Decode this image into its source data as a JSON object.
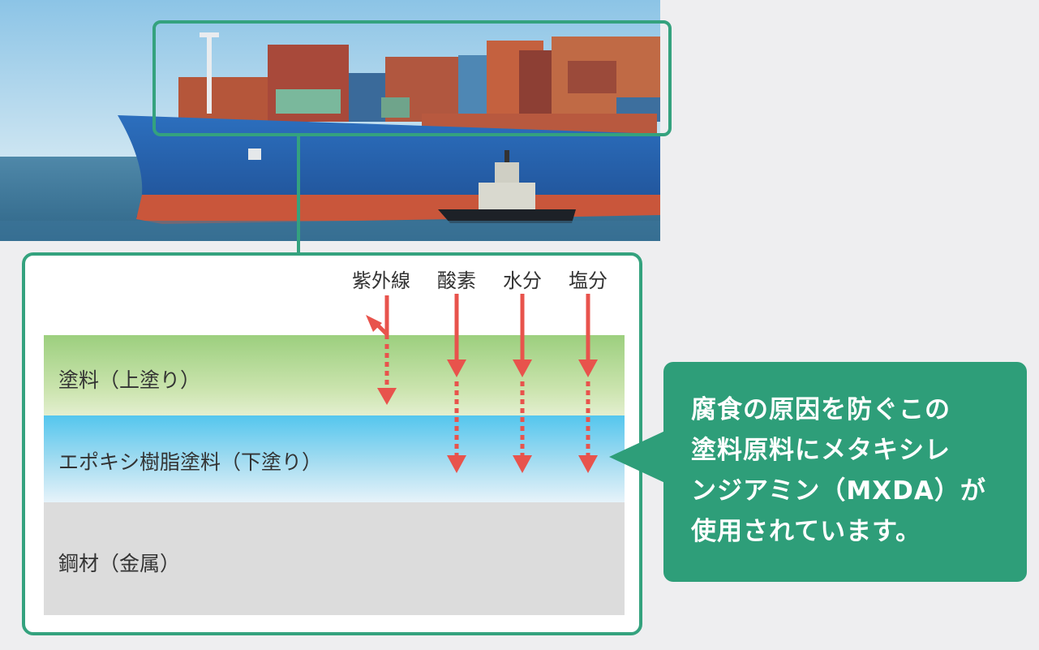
{
  "photo": {
    "subject": "container-ship-with-tugboat"
  },
  "colors": {
    "accent_green": "#34a27e",
    "callout_green": "#2e9e79",
    "arrow_red": "#e8534c",
    "coating_green": "#9ccf7e",
    "epoxy_blue": "#54c6ee",
    "steel_gray": "#dcdcdc"
  },
  "threats": [
    {
      "label": "紫外線",
      "penetrates_to": "coating-surface-reflected"
    },
    {
      "label": "酸素",
      "penetrates_to": "epoxy"
    },
    {
      "label": "水分",
      "penetrates_to": "epoxy"
    },
    {
      "label": "塩分",
      "penetrates_to": "epoxy"
    }
  ],
  "layers": [
    {
      "label": "塗料（上塗り）"
    },
    {
      "label": "エポキシ樹脂塗料（下塗り）"
    },
    {
      "label": "鋼材（金属）"
    }
  ],
  "callout": {
    "lines": [
      "腐食の原因を防ぐこの",
      "塗料原料にメタキシレ",
      "ンジアミン（MXDA）が",
      "使用されています。"
    ]
  }
}
